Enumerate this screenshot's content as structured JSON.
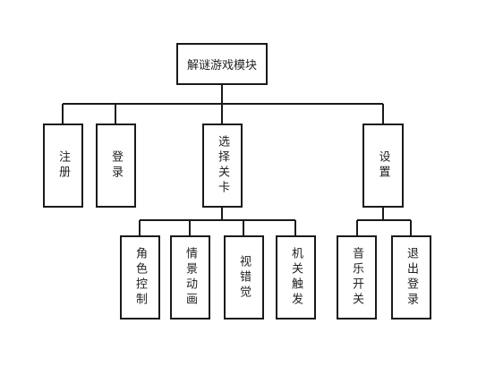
{
  "diagram": {
    "root": "解谜游戏模块",
    "level1": [
      "注册",
      "登录",
      "选择关卡",
      "设置"
    ],
    "level2_select": [
      "角色控制",
      "情景动画",
      "视错觉",
      "机关触发"
    ],
    "level2_settings": [
      "音乐开关",
      "退出登录"
    ]
  },
  "colors": {
    "line": "#1a1a1a",
    "box_border": "#1a1a1a",
    "text": "#222222"
  }
}
